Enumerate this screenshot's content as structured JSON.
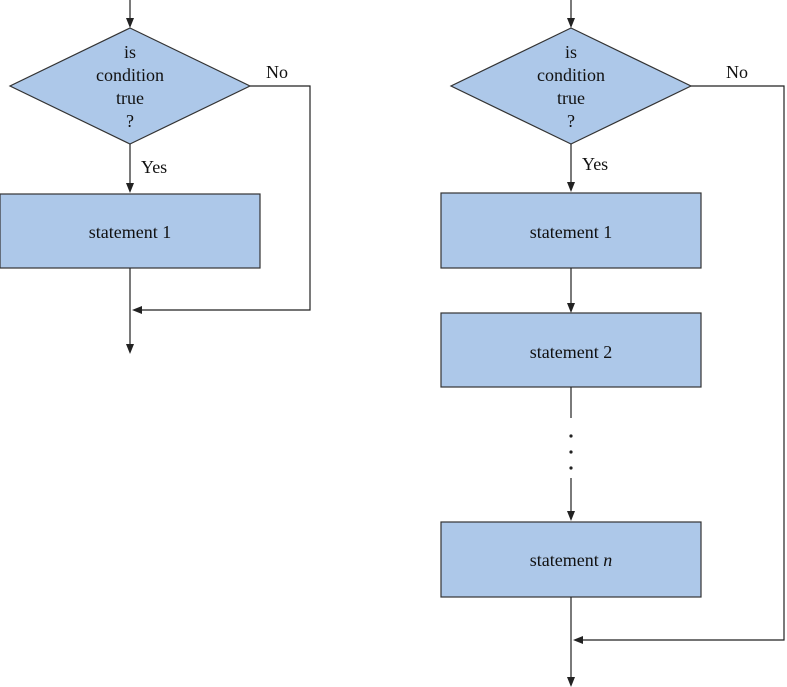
{
  "colors": {
    "shape_fill": "#adc8e9",
    "shape_stroke": "#333333",
    "line": "#222222"
  },
  "left_flowchart": {
    "decision": {
      "lines": [
        "is",
        "condition",
        "true",
        "?"
      ]
    },
    "no_label": "No",
    "yes_label": "Yes",
    "statement1": "statement 1"
  },
  "right_flowchart": {
    "decision": {
      "lines": [
        "is",
        "condition",
        "true",
        "?"
      ]
    },
    "no_label": "No",
    "yes_label": "Yes",
    "statement1": "statement 1",
    "statement2": "statement 2",
    "statementn_prefix": "statement ",
    "statementn_var": "n"
  }
}
